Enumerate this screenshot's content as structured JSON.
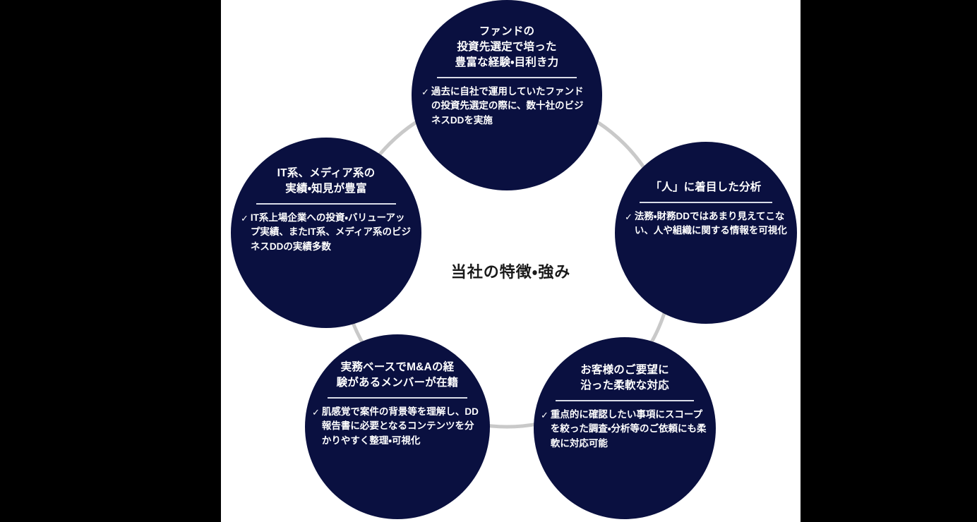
{
  "slide": {
    "center_label": "当社の特徴・強み",
    "background_color": "#ffffff",
    "letterbox_color": "#000000",
    "node_color": "#0a1040",
    "ring_color": "#c9c9c9",
    "text_color": "#ffffff",
    "center_text_color": "#1a1a1a",
    "check_glyph": "✓"
  },
  "nodes": [
    {
      "id": "fund-experience",
      "position": "top",
      "title": "ファンドの\n投資先選定で培った\n豊富な経験・目利き力",
      "description": "過去に自社で運用していたファンドの投資先選定の際に、数十社のビジネスDDを実施"
    },
    {
      "id": "people-focused-analysis",
      "position": "right",
      "title": "「人」に着目した分析",
      "description": "法務・財務DDではあまり見えてこない、人や組織に関する情報を可視化"
    },
    {
      "id": "flexible-response",
      "position": "bottom-right",
      "title": "お客様のご要望に\n沿った柔軟な対応",
      "description": "重点的に確認したい事項にスコープを絞った調査・分析等のご依頼にも柔軟に対応可能"
    },
    {
      "id": "ma-experienced-members",
      "position": "bottom-left",
      "title": "実務ベースでM&Aの経\n験があるメンバーが在籍",
      "description": "肌感覚で案件の背景等を理解し、DD報告書に必要となるコンテンツを分かりやすく整理・可視化"
    },
    {
      "id": "it-media-track-record",
      "position": "left",
      "title": "IT系、メディア系の\n実績・知見が豊富",
      "description": "IT系上場企業への投資・バリューアップ実績、またIT系、メディア系のビジネスDDの実績多数"
    }
  ]
}
